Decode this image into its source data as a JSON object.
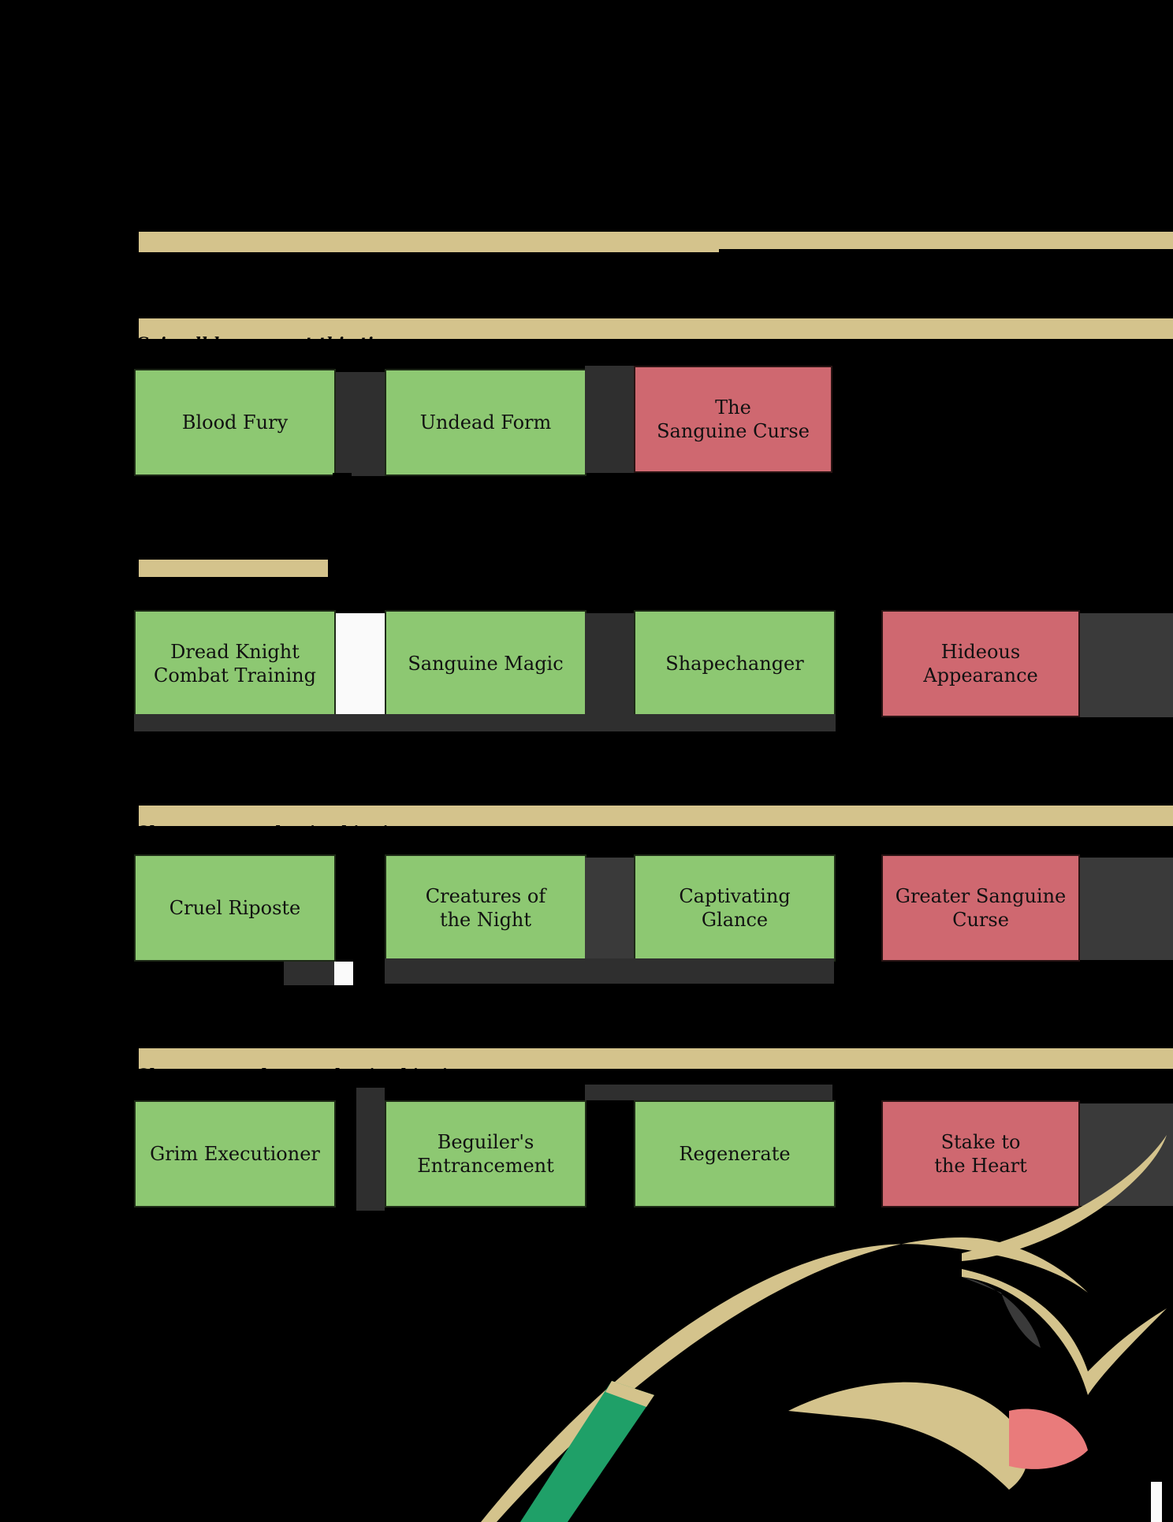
{
  "rows": [
    {
      "caption": "Gain all bonuses at this tier",
      "cards": [
        {
          "label": "Blood Fury",
          "kind": "talent"
        },
        {
          "label": "Undead Form",
          "kind": "talent"
        },
        {
          "label": "The\nSanguine Curse",
          "kind": "drawback"
        }
      ]
    },
    {
      "caption": "",
      "cards": [
        {
          "label": "Dread Knight\nCombat Training",
          "kind": "talent"
        },
        {
          "label": "Sanguine Magic",
          "kind": "talent"
        },
        {
          "label": "Shapechanger",
          "kind": "talent"
        },
        {
          "label": "Hideous\nAppearance",
          "kind": "drawback"
        }
      ]
    },
    {
      "caption": "Choose one and gain this tier",
      "cards": [
        {
          "label": "Cruel Riposte",
          "kind": "talent"
        },
        {
          "label": "Creatures of\nthe Night",
          "kind": "talent"
        },
        {
          "label": "Captivating\nGlance",
          "kind": "talent"
        },
        {
          "label": "Greater Sanguine\nCurse",
          "kind": "drawback"
        }
      ]
    },
    {
      "caption": "Choose one, then, and gain this tier",
      "cards": [
        {
          "label": "Grim Executioner",
          "kind": "talent"
        },
        {
          "label": "Beguiler's\nEntrancement",
          "kind": "talent"
        },
        {
          "label": "Regenerate",
          "kind": "talent"
        },
        {
          "label": "Stake to\nthe Heart",
          "kind": "drawback"
        }
      ]
    }
  ],
  "colors": {
    "talent": "#8dc872",
    "drawback": "#cf6870",
    "accent": "#d4c38c",
    "background": "#000000",
    "quill_feather": "#d4c38c",
    "quill_shaft": "#1fa068"
  },
  "icons": [
    "quill-feather-icon"
  ]
}
